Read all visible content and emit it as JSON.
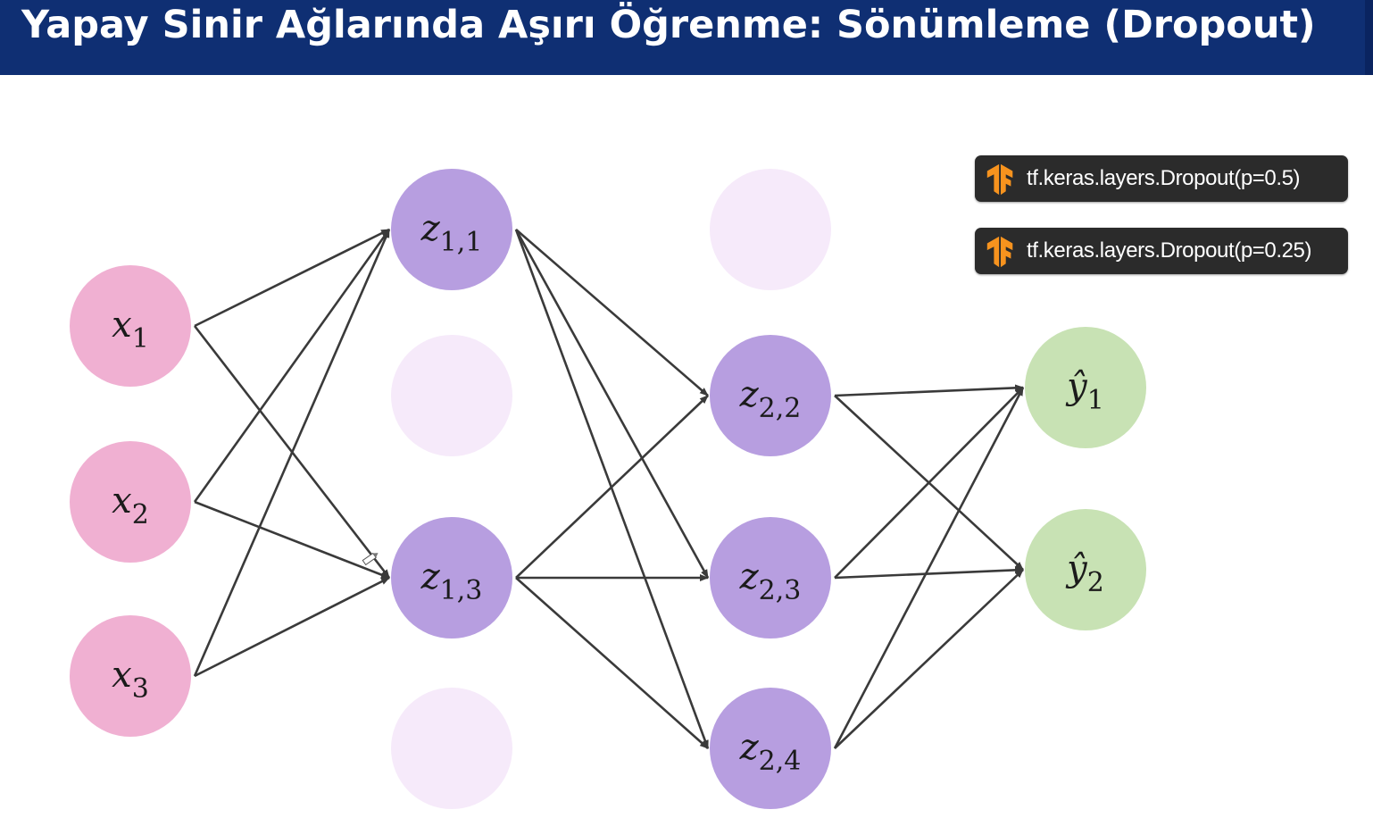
{
  "header": {
    "title": "Yapay Sinir Ağlarında Aşırı Öğrenme: Sönümleme (Dropout)"
  },
  "code_snippets": [
    {
      "icon": "tensorflow-icon",
      "text": "tf.keras.layers.Dropout(p=0.5)"
    },
    {
      "icon": "tensorflow-icon",
      "text": "tf.keras.layers.Dropout(p=0.25)"
    }
  ],
  "colors": {
    "header_bg": "#0f2f73",
    "input_node": "#f0b0d2",
    "hidden_node": "#b79ee0",
    "dropped_node": "#f6eafa",
    "output_node": "#c8e2b4",
    "edge": "#3a3a3a",
    "code_bg": "#2b2b2b",
    "tf_orange": "#f7931e"
  },
  "network": {
    "layers": [
      {
        "name": "input",
        "nodes": [
          {
            "id": "x1",
            "var": "x",
            "sub": "1",
            "active": true
          },
          {
            "id": "x2",
            "var": "x",
            "sub": "2",
            "active": true
          },
          {
            "id": "x3",
            "var": "x",
            "sub": "3",
            "active": true
          }
        ]
      },
      {
        "name": "hidden1",
        "nodes": [
          {
            "id": "z11",
            "var": "z",
            "sub": "1,1",
            "active": true
          },
          {
            "id": "z12",
            "var": "",
            "sub": "",
            "active": false
          },
          {
            "id": "z13",
            "var": "z",
            "sub": "1,3",
            "active": true
          },
          {
            "id": "z14",
            "var": "",
            "sub": "",
            "active": false
          }
        ]
      },
      {
        "name": "hidden2",
        "nodes": [
          {
            "id": "z21",
            "var": "",
            "sub": "",
            "active": false
          },
          {
            "id": "z22",
            "var": "z",
            "sub": "2,2",
            "active": true
          },
          {
            "id": "z23",
            "var": "z",
            "sub": "2,3",
            "active": true
          },
          {
            "id": "z24",
            "var": "z",
            "sub": "2,4",
            "active": true
          }
        ]
      },
      {
        "name": "output",
        "nodes": [
          {
            "id": "y1",
            "var": "ŷ",
            "sub": "1",
            "active": true
          },
          {
            "id": "y2",
            "var": "ŷ",
            "sub": "2",
            "active": true
          }
        ]
      }
    ],
    "edges": [
      [
        "x1",
        "z11"
      ],
      [
        "x1",
        "z13"
      ],
      [
        "x2",
        "z11"
      ],
      [
        "x2",
        "z13"
      ],
      [
        "x3",
        "z11"
      ],
      [
        "x3",
        "z13"
      ],
      [
        "z11",
        "z22"
      ],
      [
        "z11",
        "z23"
      ],
      [
        "z11",
        "z24"
      ],
      [
        "z13",
        "z22"
      ],
      [
        "z13",
        "z23"
      ],
      [
        "z13",
        "z24"
      ],
      [
        "z22",
        "y1"
      ],
      [
        "z22",
        "y2"
      ],
      [
        "z23",
        "y1"
      ],
      [
        "z23",
        "y2"
      ],
      [
        "z24",
        "y1"
      ],
      [
        "z24",
        "y2"
      ]
    ]
  }
}
